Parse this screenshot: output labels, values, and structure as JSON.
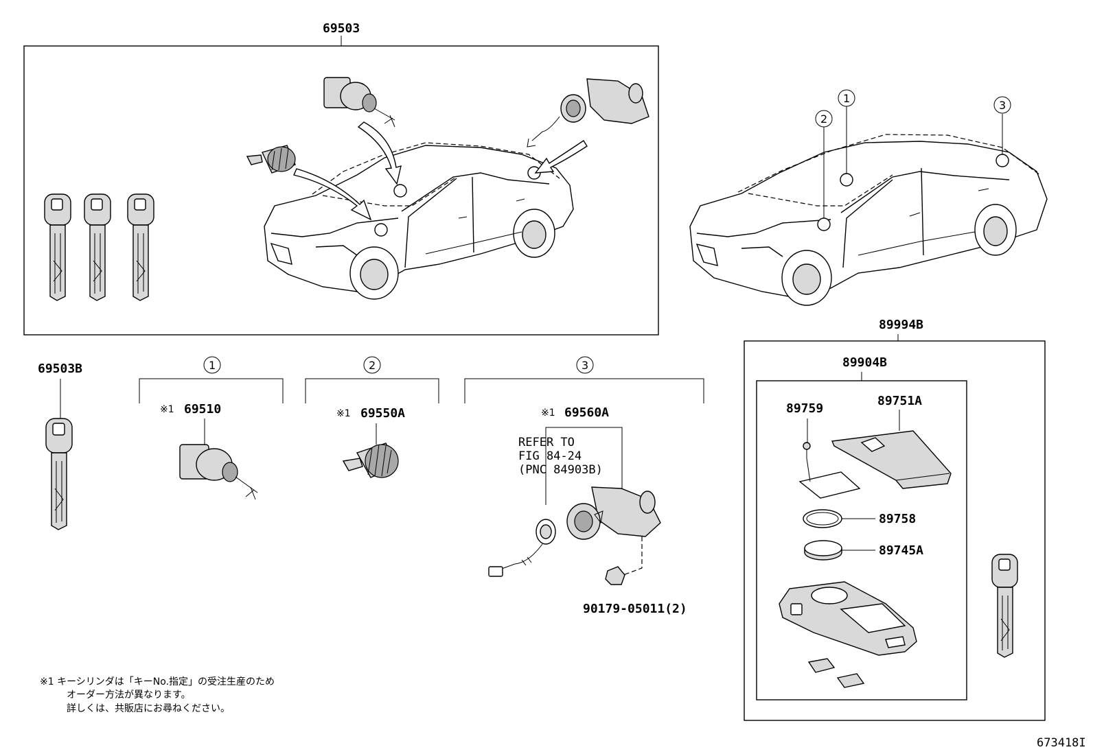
{
  "labels": {
    "kit_top": "69503",
    "key_blank": "69503B",
    "cyl_1": "69510",
    "cyl_2": "69550A",
    "cyl_3": "69560A",
    "transmitter_assy": "89994B",
    "transmitter_sub": "89904B",
    "screw": "89759",
    "cover": "89751A",
    "gasket": "89758",
    "battery": "89745A",
    "clip": "90179-05011(2)",
    "mark_1": "※1",
    "mark_2": "※1",
    "mark_3": "※1",
    "refer_line1": "REFER TO",
    "refer_line2": "FIG 84-24",
    "refer_line3": "(PNC 84903B)",
    "figure_id": "673418I"
  },
  "callouts": {
    "c1": "1",
    "c2": "2",
    "c3": "3",
    "g1": "1",
    "g2": "2",
    "g3": "3"
  },
  "note": {
    "line1": "※1 キーシリンダは「キーNo.指定」の受注生産のため",
    "line2": "オーダー方法が異なります。",
    "line3": "詳しくは、共販店にお尋ねください。"
  }
}
